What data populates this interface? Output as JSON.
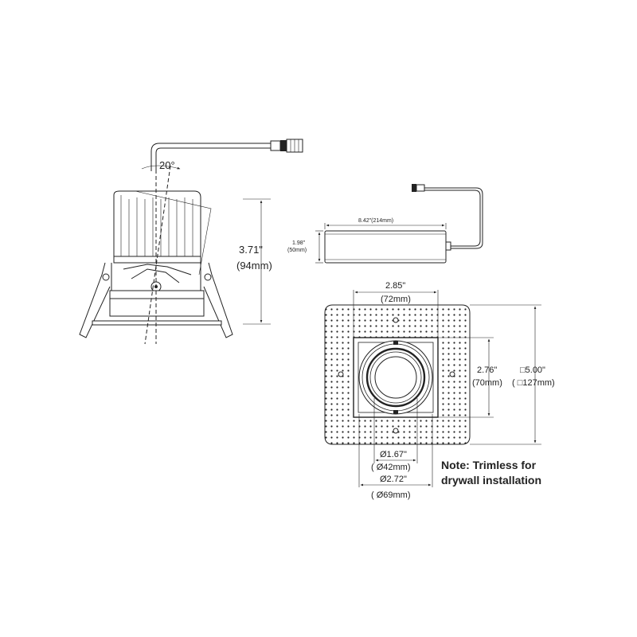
{
  "side_view": {
    "tilt_angle": "20°",
    "height_in": "3.71\"",
    "height_mm": "(94mm)"
  },
  "driver_box": {
    "length": "8.42\"(214mm)",
    "height_in": "1.98\"",
    "height_mm": "(50mm)"
  },
  "plan_view": {
    "aperture_width_in": "2.85\"",
    "aperture_width_mm": "(72mm)",
    "aperture_height_in": "2.76\"",
    "aperture_height_mm": "(70mm)",
    "plate_size_in": "□5.00\"",
    "plate_size_mm": "( □127mm)",
    "inner_dia_in": "Ø1.67\"",
    "inner_dia_mm": "( Ø42mm)",
    "outer_dia_in": "Ø2.72\"",
    "outer_dia_mm": "( Ø69mm)"
  },
  "note": {
    "line1": "Note: Trimless for",
    "line2": "drywall installation"
  },
  "colors": {
    "line": "#222222",
    "background": "#ffffff"
  }
}
